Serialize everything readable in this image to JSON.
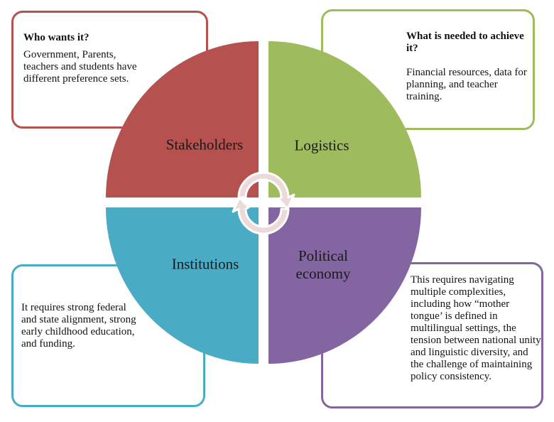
{
  "diagram": {
    "type": "quadrant-cycle-matrix",
    "background_color": "#ffffff",
    "center_icon": "cycle-arrows-icon",
    "center_icon_colors": {
      "fill": "#ecd9d9",
      "outline": "#ffffff"
    },
    "quadrants": [
      {
        "position": "top-left",
        "label": "Stakeholders",
        "color": "#b5514e"
      },
      {
        "position": "top-right",
        "label": "Logistics",
        "color": "#9ebc5d"
      },
      {
        "position": "bottom-left",
        "label": "Institutions",
        "color": "#4aabc4"
      },
      {
        "position": "bottom-right",
        "label": "Political economy",
        "color": "#8265a1"
      }
    ],
    "callouts": [
      {
        "position": "top-left",
        "heading": "Who wants it?",
        "body": "Government, Parents, teachers and students have different preference sets.",
        "border_color": "#b5514e"
      },
      {
        "position": "top-right",
        "heading": "What is needed to achieve it?",
        "body": "Financial resources, data for planning, and teacher training.",
        "border_color": "#9ebc5d"
      },
      {
        "position": "bottom-left",
        "heading": "",
        "body": "It requires strong federal and state alignment, strong early childhood education, and funding.",
        "border_color": "#4aabc4"
      },
      {
        "position": "bottom-right",
        "heading": "",
        "body": "This requires navigating multiple complexities, including how “mother tongue’ is defined in multilingual settings, the tension between national unity and linguistic diversity, and the challenge of maintaining policy consistency.",
        "border_color": "#8265a1"
      }
    ]
  }
}
